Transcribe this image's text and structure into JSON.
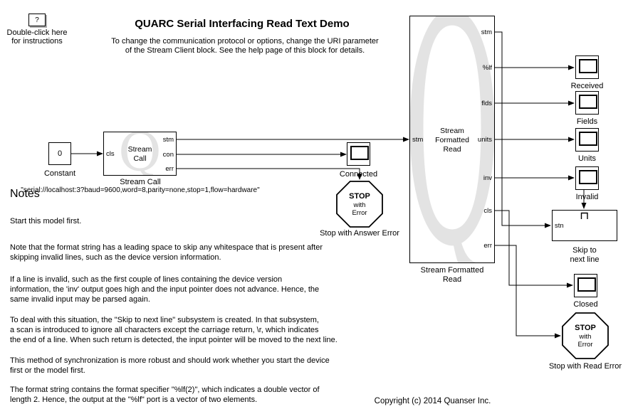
{
  "header": {
    "instructions_button": "?",
    "instructions_caption": "Double-click here\nfor instructions",
    "title": "QUARC Serial Interfacing Read Text Demo",
    "subtitle": "To change the communication protocol or options, change the URI parameter\nof the Stream Client block. See the help page of this block for details."
  },
  "blocks": {
    "constant": {
      "value": "0",
      "label": "Constant"
    },
    "stream_call": {
      "watermark": "Q",
      "title": "Stream\nCall",
      "label": "Stream Call",
      "uri": "\"serial://localhost:3?baud=9600,word=8,parity=none,stop=1,flow=hardware\"",
      "in_ports": [
        "cls"
      ],
      "out_ports": [
        "stm",
        "con",
        "err"
      ]
    },
    "connected_scope": {
      "label": "Connected"
    },
    "stop_answer": {
      "stop": "STOP",
      "rest": "with\nError",
      "label": "Stop with Answer Error"
    },
    "stream_formatted_read": {
      "watermark": "Q",
      "title": "Stream\nFormatted\nRead",
      "label": "Stream Formatted\nRead",
      "in_ports": [
        "stm"
      ],
      "out_ports": [
        "stm",
        "%lf",
        "flds",
        "units",
        "inv",
        "cls",
        "err"
      ]
    },
    "received_scope": {
      "label": "Received"
    },
    "fields_scope": {
      "label": "Fields"
    },
    "units_scope": {
      "label": "Units"
    },
    "invalid_scope": {
      "label": "Invalid"
    },
    "skip_subsystem": {
      "in_ports": [
        "stn"
      ],
      "label": "Skip to\nnext line"
    },
    "closed_scope": {
      "label": "Closed"
    },
    "stop_read": {
      "stop": "STOP",
      "rest": "with\nError",
      "label": "Stop with Read Error"
    }
  },
  "notes": {
    "heading": "Notes",
    "paragraphs": [
      "Start this model first.",
      "Note that the format string has a leading space to skip any whitespace that is present after\nskipping invalid lines, such as the device version information.",
      "If a line is invalid, such as the first couple of lines containing the device version\ninformation, the 'inv' output goes high and the input pointer does not advance. Hence, the\nsame invalid input may be parsed again.",
      "To deal with this situation, the \"Skip to next line\" subsystem is created. In that subsystem,\na scan is introduced to ignore all characters except the carriage return, \\r, which indicates\nthe end of a line. When such return is detected, the input pointer will be moved to the next line.",
      "This method of synchronization is more robust and should work whether you start the device\nfirst or the model first.",
      "The format string contains the format specifier \"%lf(2)\", which indicates a double vector of\nlength 2. Hence, the output at the \"%lf\" port is a vector of two elements."
    ]
  },
  "footer": {
    "copyright": "Copyright (c) 2014 Quanser Inc."
  }
}
